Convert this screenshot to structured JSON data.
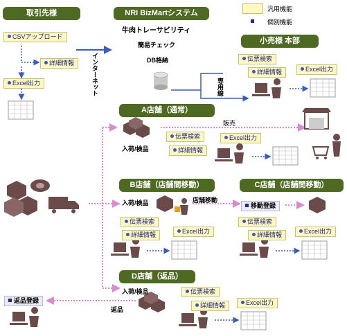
{
  "legend": {
    "general": "汎用機能",
    "individual": "個別機能"
  },
  "partner": {
    "title": "取引先様",
    "buttons": [
      "CSVアップロード",
      "詳細情報",
      "Excel出力"
    ]
  },
  "system": {
    "title": "NRI BizMartシステム",
    "lines": [
      "牛肉トレーサビリティ",
      "簡易チェック",
      "DB格納"
    ]
  },
  "internet": "インターネット",
  "hq": {
    "title": "小売様 本部",
    "buttons": [
      "伝票検索",
      "詳細情報",
      "Excel出力"
    ],
    "dedicated": "専用線"
  },
  "storeA": {
    "title": "A店舗（通常）",
    "receive": "入荷/検品",
    "sales": "販売",
    "buttons": [
      "伝票検索",
      "詳細情報",
      "Excel出力"
    ]
  },
  "storeB": {
    "title": "B店舗（店舗間移動）",
    "receive": "入荷/検品",
    "move": "店舗移動",
    "buttons": [
      "伝票検索",
      "詳細情報",
      "Excel出力"
    ]
  },
  "storeC": {
    "title": "C店舗（店舗間移動）",
    "move_register": "移動登録",
    "buttons": [
      "伝票検索",
      "詳細情報",
      "Excel出力"
    ]
  },
  "storeD": {
    "title": "D店舗（返品）",
    "receive": "入荷/検品",
    "returns": "返品",
    "buttons": [
      "伝票検索",
      "詳細情報",
      "Excel出力"
    ]
  },
  "return_register": "返品登録",
  "colors": {
    "header": "#4e6a22",
    "general_fill": "#fff8c0",
    "individual_fill": "#eaeaf8",
    "icon": "#6b4a4a",
    "flow": "#d98ad0",
    "arrow": "#3a5bbf"
  }
}
